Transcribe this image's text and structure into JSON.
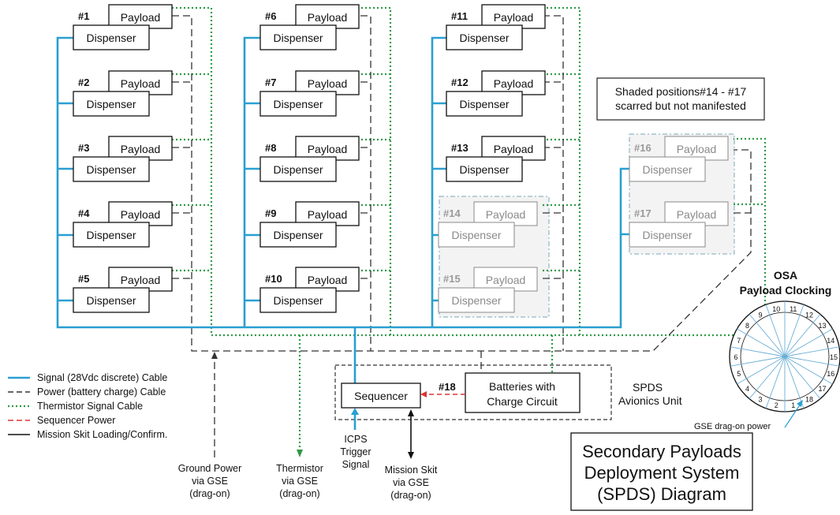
{
  "modules": [
    {
      "num": "#1",
      "payload": "Payload",
      "dispenser": "Dispenser"
    },
    {
      "num": "#2",
      "payload": "Payload",
      "dispenser": "Dispenser"
    },
    {
      "num": "#3",
      "payload": "Payload",
      "dispenser": "Dispenser"
    },
    {
      "num": "#4",
      "payload": "Payload",
      "dispenser": "Dispenser"
    },
    {
      "num": "#5",
      "payload": "Payload",
      "dispenser": "Dispenser"
    },
    {
      "num": "#6",
      "payload": "Payload",
      "dispenser": "Dispenser"
    },
    {
      "num": "#7",
      "payload": "Payload",
      "dispenser": "Dispenser"
    },
    {
      "num": "#8",
      "payload": "Payload",
      "dispenser": "Dispenser"
    },
    {
      "num": "#9",
      "payload": "Payload",
      "dispenser": "Dispenser"
    },
    {
      "num": "#10",
      "payload": "Payload",
      "dispenser": "Dispenser"
    },
    {
      "num": "#11",
      "payload": "Payload",
      "dispenser": "Dispenser"
    },
    {
      "num": "#12",
      "payload": "Payload",
      "dispenser": "Dispenser"
    },
    {
      "num": "#13",
      "payload": "Payload",
      "dispenser": "Dispenser"
    },
    {
      "num": "#14",
      "payload": "Payload",
      "dispenser": "Dispenser",
      "shaded": true
    },
    {
      "num": "#15",
      "payload": "Payload",
      "dispenser": "Dispenser",
      "shaded": true
    },
    {
      "num": "#16",
      "payload": "Payload",
      "dispenser": "Dispenser",
      "shaded": true
    },
    {
      "num": "#17",
      "payload": "Payload",
      "dispenser": "Dispenser",
      "shaded": true
    }
  ],
  "note": {
    "line1": "Shaded positions#14 - #17",
    "line2": "scarred but not manifested"
  },
  "sequencer": {
    "label": "Sequencer",
    "link_label": "#18"
  },
  "batteries": {
    "line1": "Batteries with",
    "line2": "Charge Circuit"
  },
  "avionics": {
    "line1": "SPDS",
    "line2": "Avionics Unit"
  },
  "legend": [
    {
      "label": "Signal (28Vdc discrete) Cable",
      "color": "#2a9fd1",
      "style": "solid"
    },
    {
      "label": "Power (battery charge) Cable",
      "color": "#333333",
      "style": "dashed"
    },
    {
      "label": "Thermistor Signal Cable",
      "color": "#2e9a47",
      "style": "dotted"
    },
    {
      "label": "Sequencer Power",
      "color": "#dd3333",
      "style": "dashed"
    },
    {
      "label": "Mission Skit Loading/Confirm.",
      "color": "#111111",
      "style": "solid"
    }
  ],
  "bottom_labels": {
    "ground_power": [
      "Ground Power",
      "via GSE",
      "(drag-on)"
    ],
    "thermistor": [
      "Thermistor",
      "via GSE",
      "(drag-on)"
    ],
    "icps": [
      "ICPS",
      "Trigger",
      "Signal"
    ],
    "mission_skit": [
      "Mission Skit",
      "via GSE",
      "(drag-on)"
    ]
  },
  "osa": {
    "title1": "OSA",
    "title2": "Payload Clocking",
    "gse_label": "GSE drag-on power",
    "positions": [
      "1",
      "2",
      "3",
      "4",
      "5",
      "6",
      "7",
      "8",
      "9",
      "10",
      "11",
      "12",
      "13",
      "14",
      "15",
      "16",
      "17",
      "18"
    ]
  },
  "title": {
    "line1": "Secondary Payloads",
    "line2": "Deployment System",
    "line3": "(SPDS) Diagram"
  },
  "colors": {
    "signal": "#2a9fd1",
    "power": "#333333",
    "thermistor": "#2e9a47",
    "sequencer_power": "#dd3333",
    "skit": "#111111",
    "shaded_text": "#8a8a8a"
  }
}
